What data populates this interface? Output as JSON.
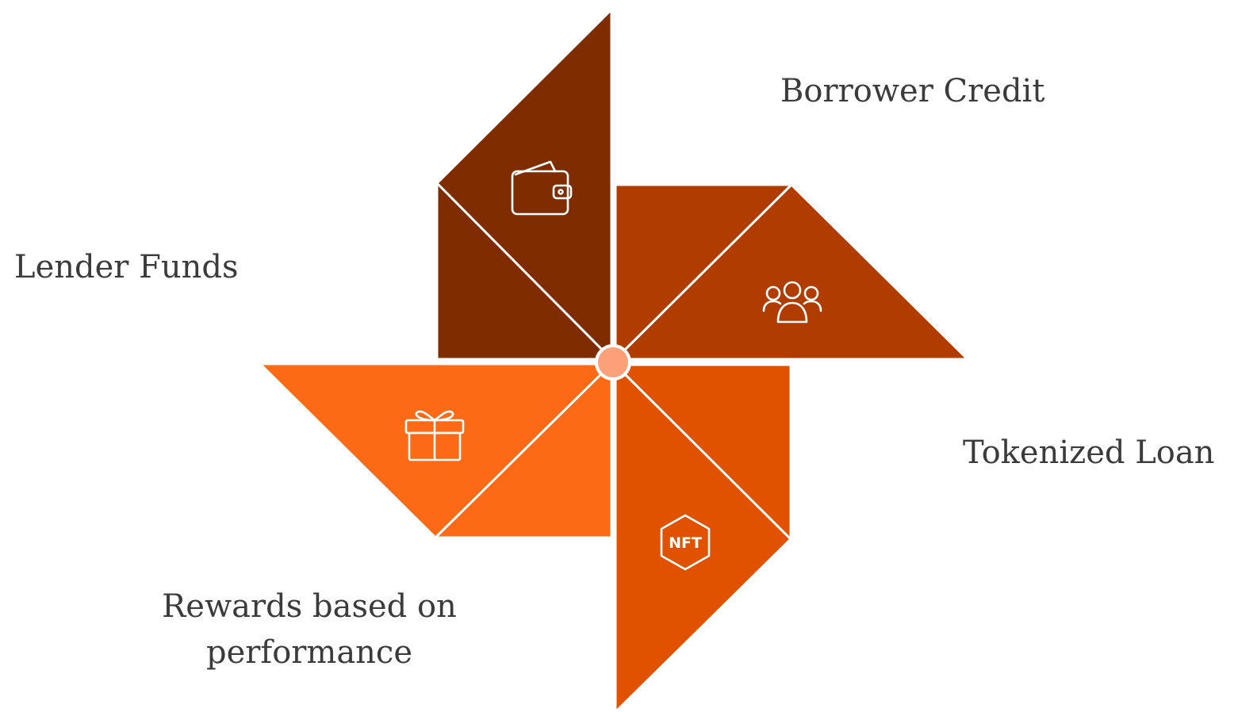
{
  "labels": {
    "borrower_credit": "Borrower Credit",
    "lender_funds": "Lender Funds",
    "tokenized_loan": "Tokenized Loan",
    "rewards": "Rewards based on performance"
  },
  "icons": {
    "top": "wallet-icon",
    "right": "users-icon",
    "bottom": "nft-icon",
    "left": "gift-icon"
  },
  "nft_icon_text": "NFT",
  "colors": {
    "blade_top": "#7f2d00",
    "blade_right": "#b03c00",
    "blade_bottom": "#e05200",
    "blade_left": "#fd6a16",
    "hub": "#fca07a",
    "text": "#3b3b3b"
  }
}
